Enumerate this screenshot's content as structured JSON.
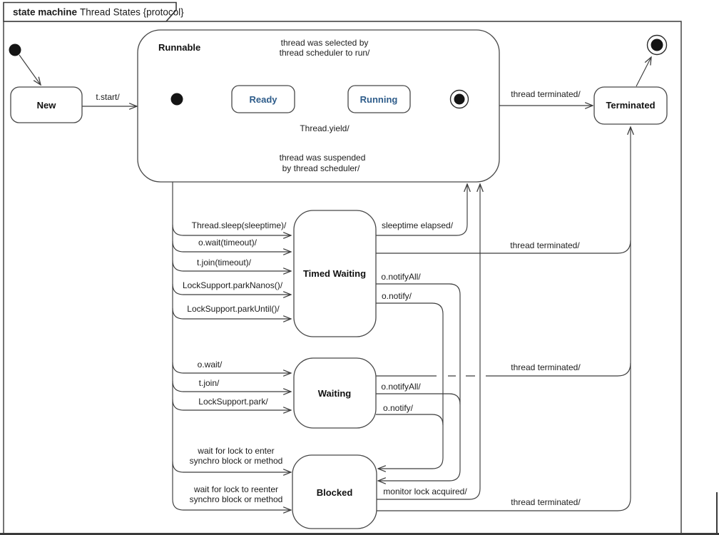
{
  "diagram": {
    "title_keyword": "state machine",
    "title_name": "Thread States {protocol}"
  },
  "states": {
    "new": "New",
    "runnable": "Runnable",
    "ready": "Ready",
    "running": "Running",
    "terminated": "Terminated",
    "timed_waiting": "Timed Waiting",
    "waiting": "Waiting",
    "blocked": "Blocked"
  },
  "labels": {
    "t_start": "t.start/",
    "selected": [
      "thread was selected by",
      "thread scheduler to run/"
    ],
    "yield": "Thread.yield/",
    "suspended": [
      "thread was suspended",
      "by thread scheduler/"
    ],
    "thread_terminated_top": "thread terminated/",
    "sleep": "Thread.sleep(sleeptime)/",
    "wait_timeout": "o.wait(timeout)/",
    "join_timeout": "t.join(timeout)/",
    "park_nanos": "LockSupport.parkNanos()/",
    "park_until": "LockSupport.parkUntil()/",
    "sleeptime_elapsed": "sleeptime elapsed/",
    "thread_terminated_tw": "thread terminated/",
    "notify_all_tw": "o.notifyAll/",
    "notify_tw": "o.notify/",
    "o_wait": "o.wait/",
    "t_join": "t.join/",
    "park": "LockSupport.park/",
    "thread_terminated_w": "thread terminated/",
    "notify_all_w": "o.notifyAll/",
    "notify_w": "o.notify/",
    "wait_enter": [
      "wait for lock to enter",
      "synchro block or method"
    ],
    "wait_reenter": [
      "wait for lock to reenter",
      "synchro block or method"
    ],
    "monitor_lock": "monitor lock acquired/",
    "thread_terminated_b": "thread terminated/"
  },
  "colors": {
    "line": "#3c3c3c",
    "substate_text": "#2e5c8a",
    "background": "#ffffff"
  }
}
